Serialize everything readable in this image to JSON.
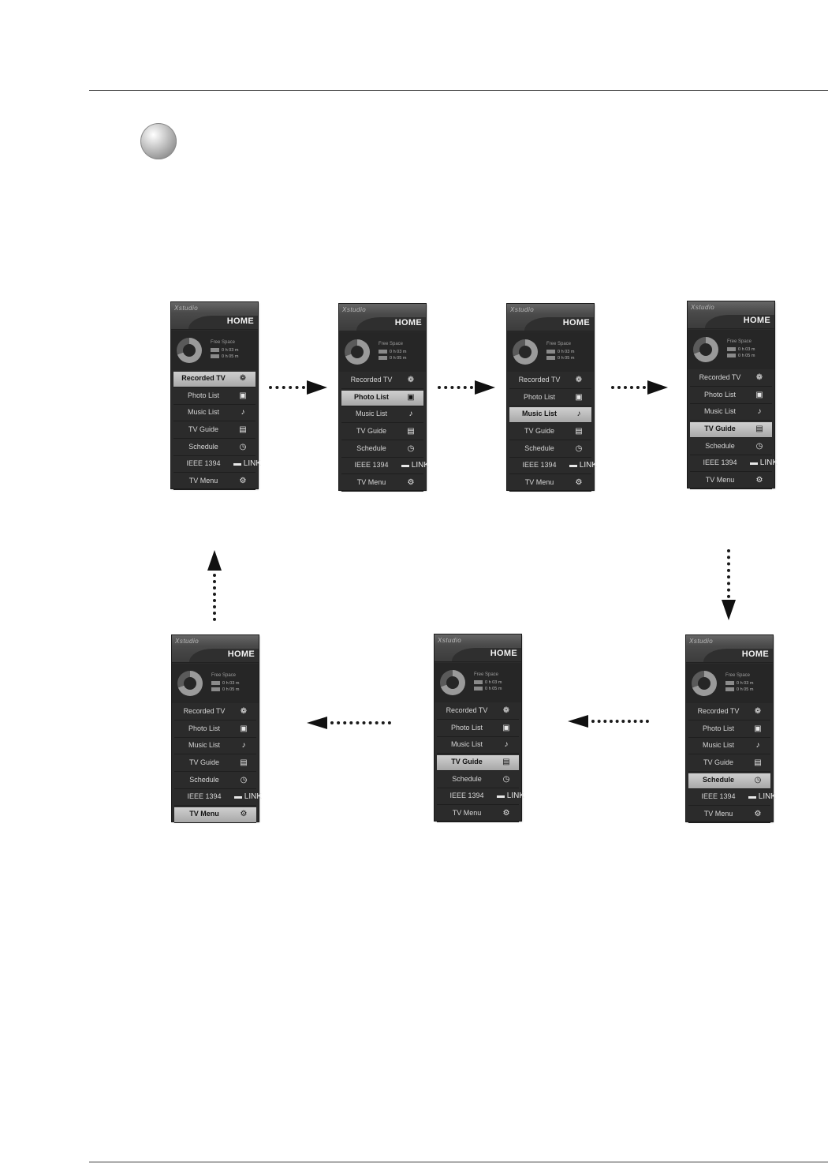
{
  "panel": {
    "brand": "Xstudio",
    "title": "HOME",
    "free_space_label": "Free Space",
    "free_line_1": "0 h 03 m",
    "free_line_2": "0 h 05 m"
  },
  "menu_items": [
    {
      "label": "Recorded TV",
      "icon": "film-reel-icon",
      "glyph": "❁"
    },
    {
      "label": "Photo List",
      "icon": "photo-icon",
      "glyph": "▣"
    },
    {
      "label": "Music List",
      "icon": "music-note-icon",
      "glyph": "♪"
    },
    {
      "label": "TV Guide",
      "icon": "tv-guide-icon",
      "glyph": "▤"
    },
    {
      "label": "Schedule",
      "icon": "clock-icon",
      "glyph": "◷"
    },
    {
      "label": "IEEE 1394",
      "icon": "link-icon",
      "glyph": "▬ LINK"
    },
    {
      "label": "TV Menu",
      "icon": "gear-icon",
      "glyph": "⚙"
    }
  ],
  "screens": [
    {
      "id": "screen-1",
      "selected_index": 0
    },
    {
      "id": "screen-2",
      "selected_index": 1
    },
    {
      "id": "screen-3",
      "selected_index": 2
    },
    {
      "id": "screen-4",
      "selected_index": 3
    },
    {
      "id": "screen-5",
      "selected_index": 4
    },
    {
      "id": "screen-6",
      "selected_index": 3
    },
    {
      "id": "screen-7",
      "selected_index": 6
    }
  ]
}
